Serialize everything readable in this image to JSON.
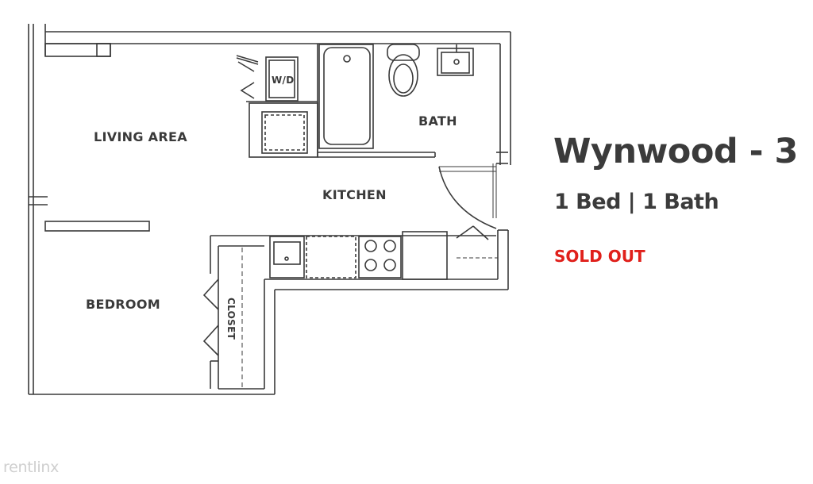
{
  "unit": {
    "name": "Wynwood - 3",
    "details": "1 Bed | 1 Bath",
    "status": "SOLD OUT"
  },
  "floorplan": {
    "rooms": {
      "living_area": "LIVING AREA",
      "kitchen": "KITCHEN",
      "bath": "BATH",
      "bedroom": "BEDROOM",
      "closet": "CLOSET",
      "washer_dryer": "W/D"
    }
  },
  "watermark": "rentlinx",
  "colors": {
    "text": "#3b3b3b",
    "status": "#e0201b",
    "wall": "#3a3a3a",
    "watermark": "#cfcfcf"
  }
}
